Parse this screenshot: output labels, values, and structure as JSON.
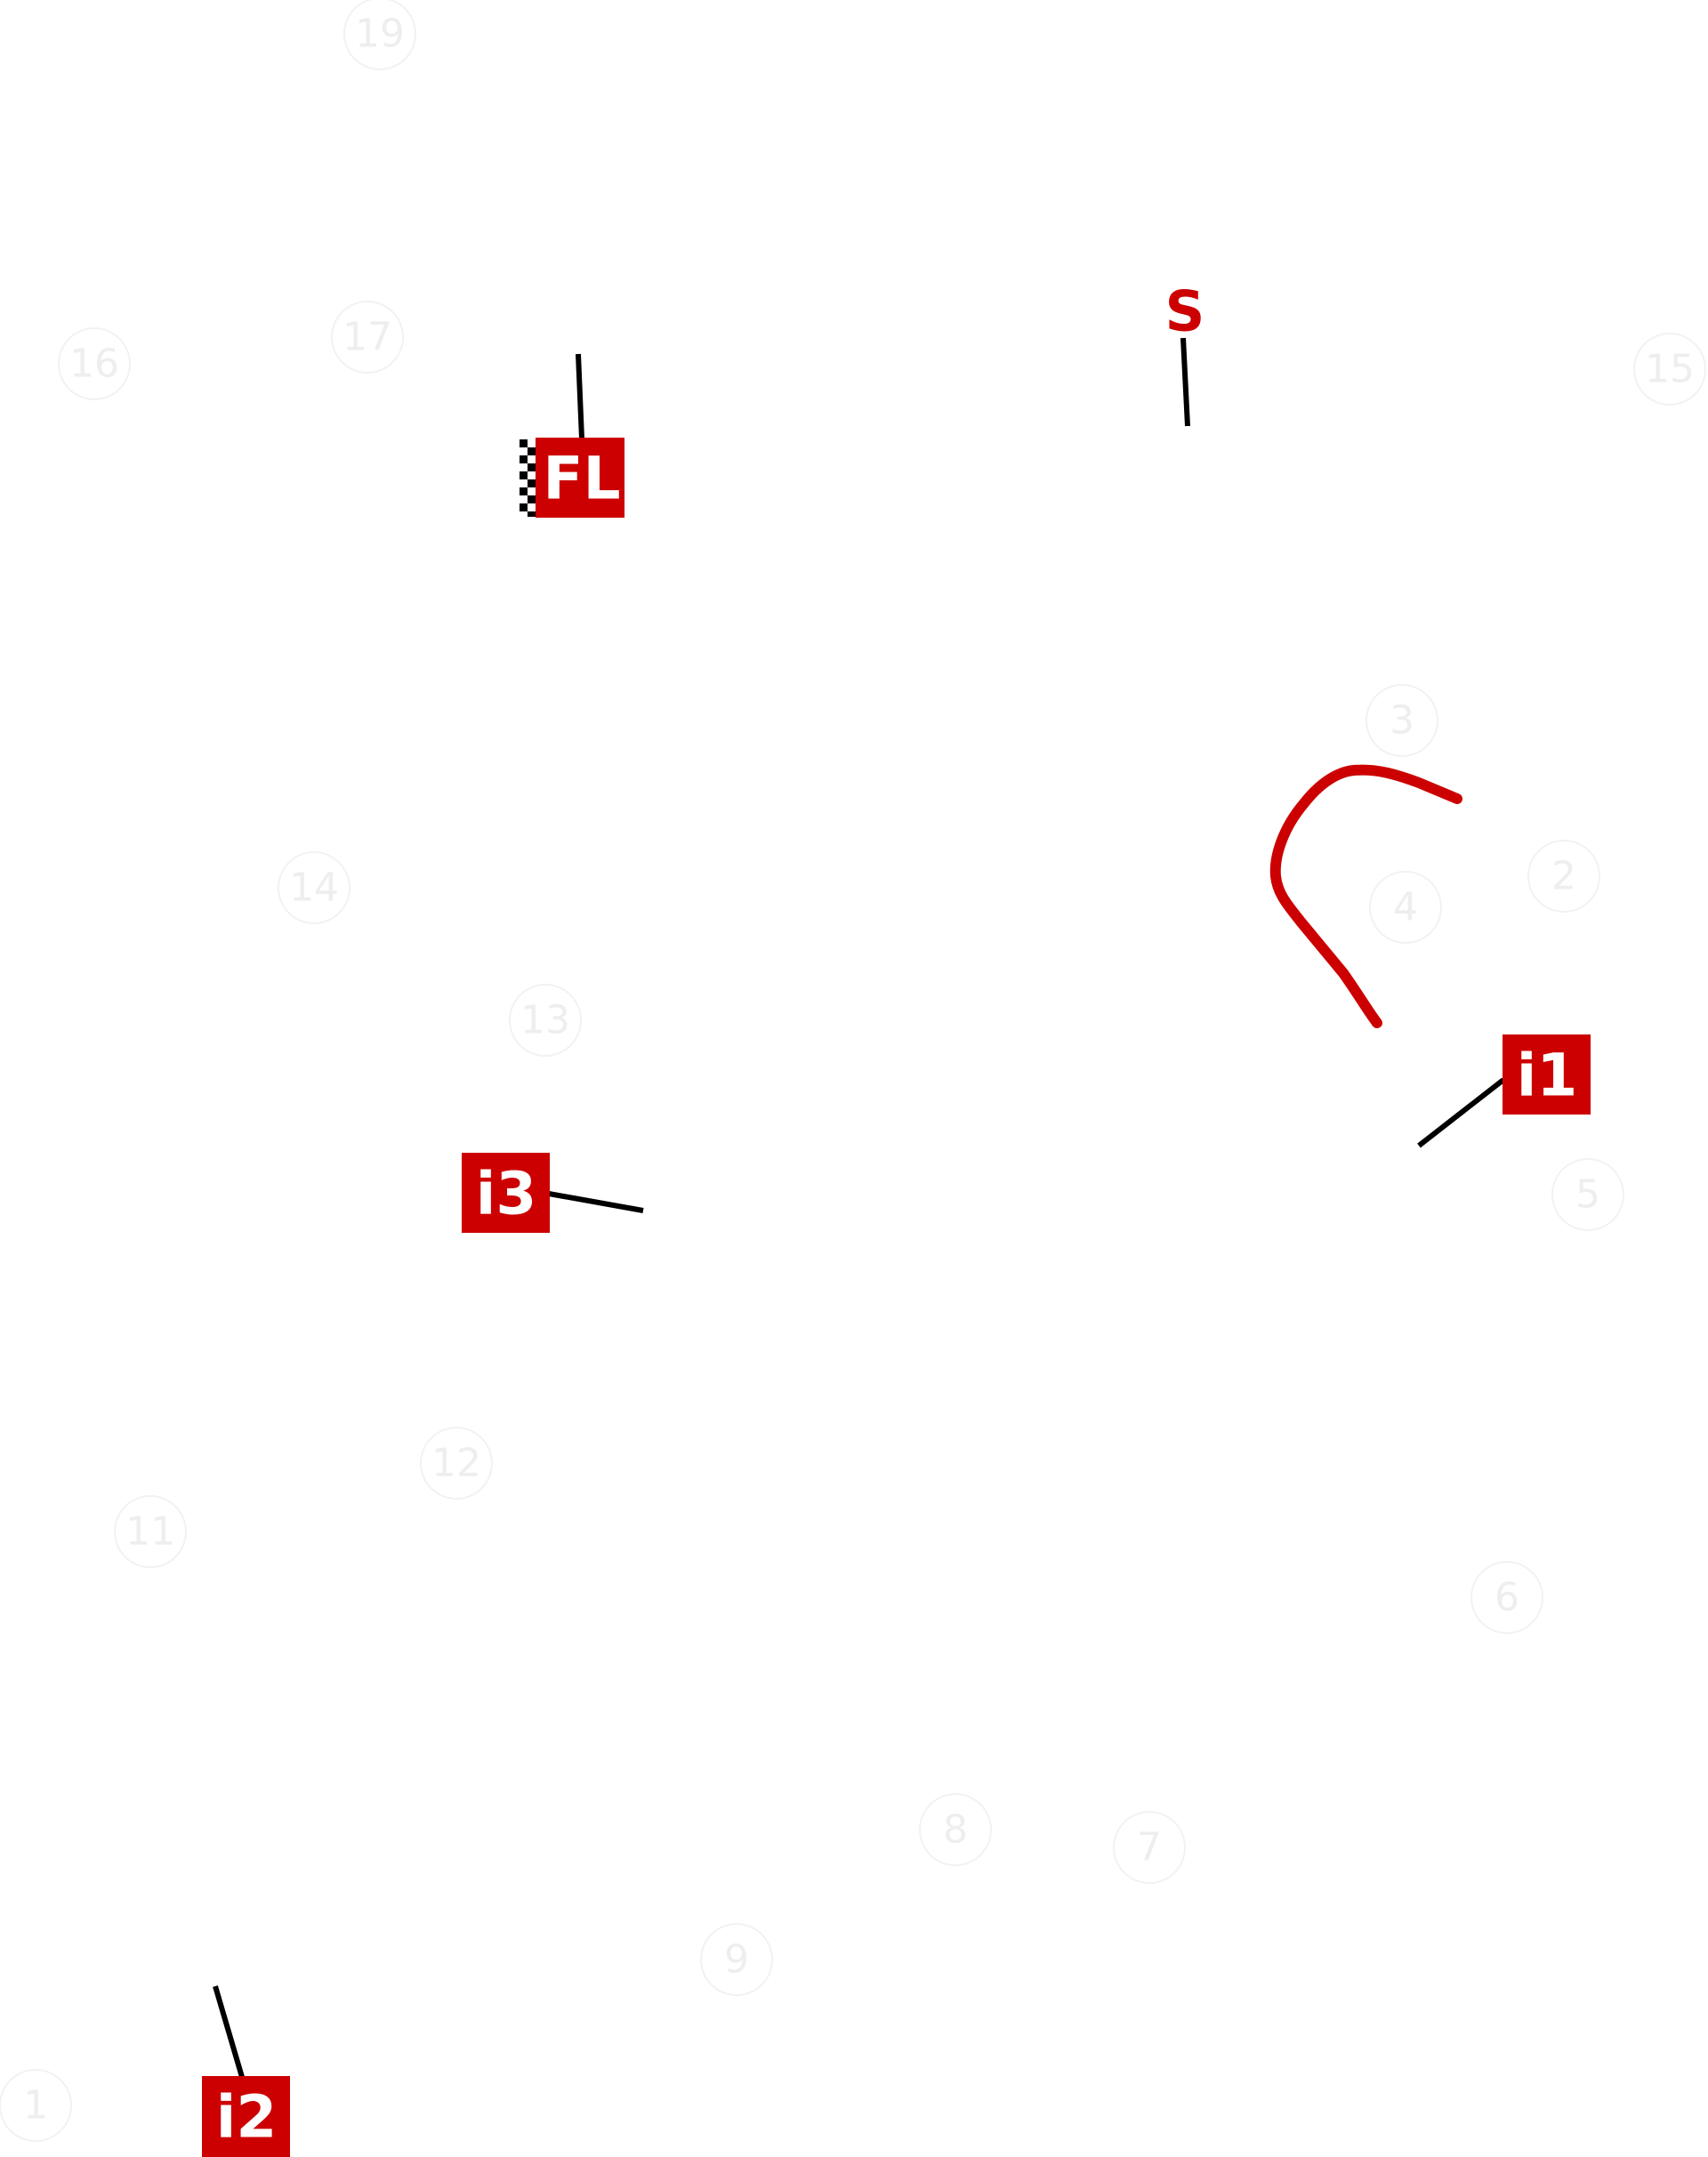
{
  "colors": {
    "accent": "#cc0000",
    "leader": "#000000",
    "corner_marker": "#eeeeee"
  },
  "corners": [
    "19",
    "17",
    "16",
    "15",
    "3",
    "14",
    "2",
    "4",
    "13",
    "5",
    "12",
    "11",
    "6",
    "8",
    "7",
    "9",
    "1"
  ],
  "markers": {
    "start": "S",
    "finish_line": "FL",
    "intermediate_1": "i1",
    "intermediate_2": "i2",
    "intermediate_3": "i3"
  }
}
